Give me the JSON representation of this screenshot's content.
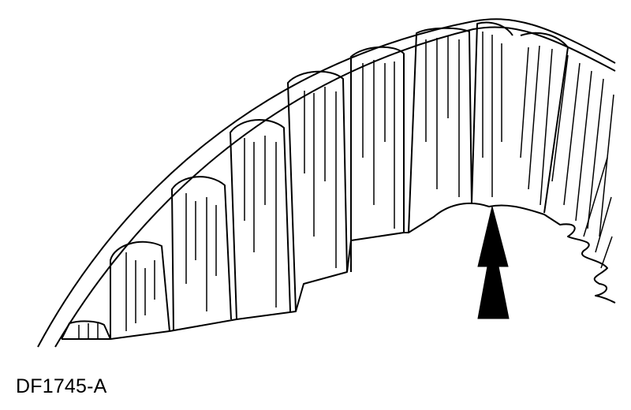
{
  "figure": {
    "subject": "gear-ring-segment",
    "callout": "arrow-pointing-up",
    "ink_color": "#000000",
    "background_color": "#ffffff"
  },
  "caption": {
    "id_text": "DF1745-A"
  }
}
